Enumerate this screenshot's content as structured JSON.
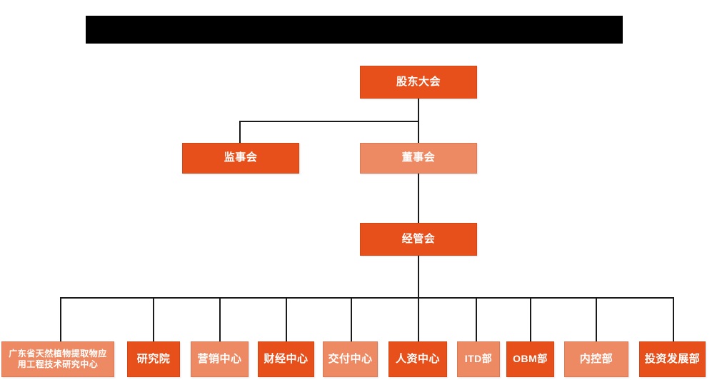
{
  "chart": {
    "type": "org-chart",
    "title_bar": {
      "name": "redacted-title-bar",
      "redacted": true,
      "color": "#000000",
      "text": ""
    },
    "colors": {
      "accent_dark": "#E8501B",
      "accent_light": "#EE8A63",
      "line": "#1a1a1a",
      "background": "#FFFFFF",
      "text": "#FFFFFF"
    },
    "levels": [
      {
        "level": 1,
        "nodes": [
          {
            "id": "shareholders",
            "label": "股东大会",
            "shade": "dark"
          }
        ]
      },
      {
        "level": 2,
        "nodes": [
          {
            "id": "supervisors",
            "label": "监事会",
            "shade": "dark"
          },
          {
            "id": "directors",
            "label": "董事会",
            "shade": "light"
          }
        ]
      },
      {
        "level": 3,
        "nodes": [
          {
            "id": "management",
            "label": "经管会",
            "shade": "dark"
          }
        ]
      },
      {
        "level": 4,
        "nodes": [
          {
            "id": "dept-1",
            "label": "广东省天然植物提取物应\n用工程技术研究中心",
            "line1": "广东省天然植物提取物应",
            "line2": "用工程技术研究中心",
            "shade": "light"
          },
          {
            "id": "dept-2",
            "label": "研究院",
            "shade": "dark"
          },
          {
            "id": "dept-3",
            "label": "营销中心",
            "shade": "light"
          },
          {
            "id": "dept-4",
            "label": "财经中心",
            "shade": "dark"
          },
          {
            "id": "dept-5",
            "label": "交付中心",
            "shade": "light"
          },
          {
            "id": "dept-6",
            "label": "人资中心",
            "shade": "dark"
          },
          {
            "id": "dept-7",
            "label": "ITD部",
            "shade": "light"
          },
          {
            "id": "dept-8",
            "label": "OBM部",
            "shade": "dark"
          },
          {
            "id": "dept-9",
            "label": "内控部",
            "shade": "light"
          },
          {
            "id": "dept-10",
            "label": "投资发展部",
            "shade": "dark"
          }
        ]
      }
    ],
    "edges": [
      {
        "from": "shareholders",
        "to": "supervisors"
      },
      {
        "from": "shareholders",
        "to": "directors"
      },
      {
        "from": "directors",
        "to": "management"
      },
      {
        "from": "management",
        "to": "dept-1"
      },
      {
        "from": "management",
        "to": "dept-2"
      },
      {
        "from": "management",
        "to": "dept-3"
      },
      {
        "from": "management",
        "to": "dept-4"
      },
      {
        "from": "management",
        "to": "dept-5"
      },
      {
        "from": "management",
        "to": "dept-6"
      },
      {
        "from": "management",
        "to": "dept-7"
      },
      {
        "from": "management",
        "to": "dept-8"
      },
      {
        "from": "management",
        "to": "dept-9"
      },
      {
        "from": "management",
        "to": "dept-10"
      }
    ]
  }
}
